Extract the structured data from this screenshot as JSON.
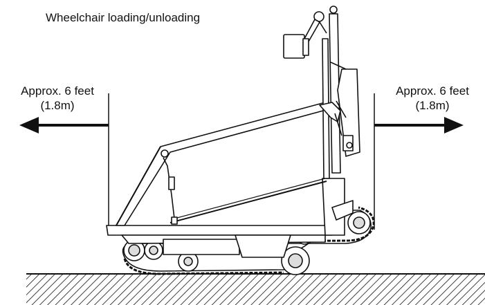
{
  "title": "Wheelchair loading/unloading",
  "left_clearance": {
    "line1": "Approx. 6 feet",
    "line2": "(1.8m)"
  },
  "right_clearance": {
    "line1": "Approx. 6 feet",
    "line2": "(1.8m)"
  },
  "colors": {
    "line": "#111111",
    "background": "#ffffff",
    "ground_hatch": "#111111"
  }
}
